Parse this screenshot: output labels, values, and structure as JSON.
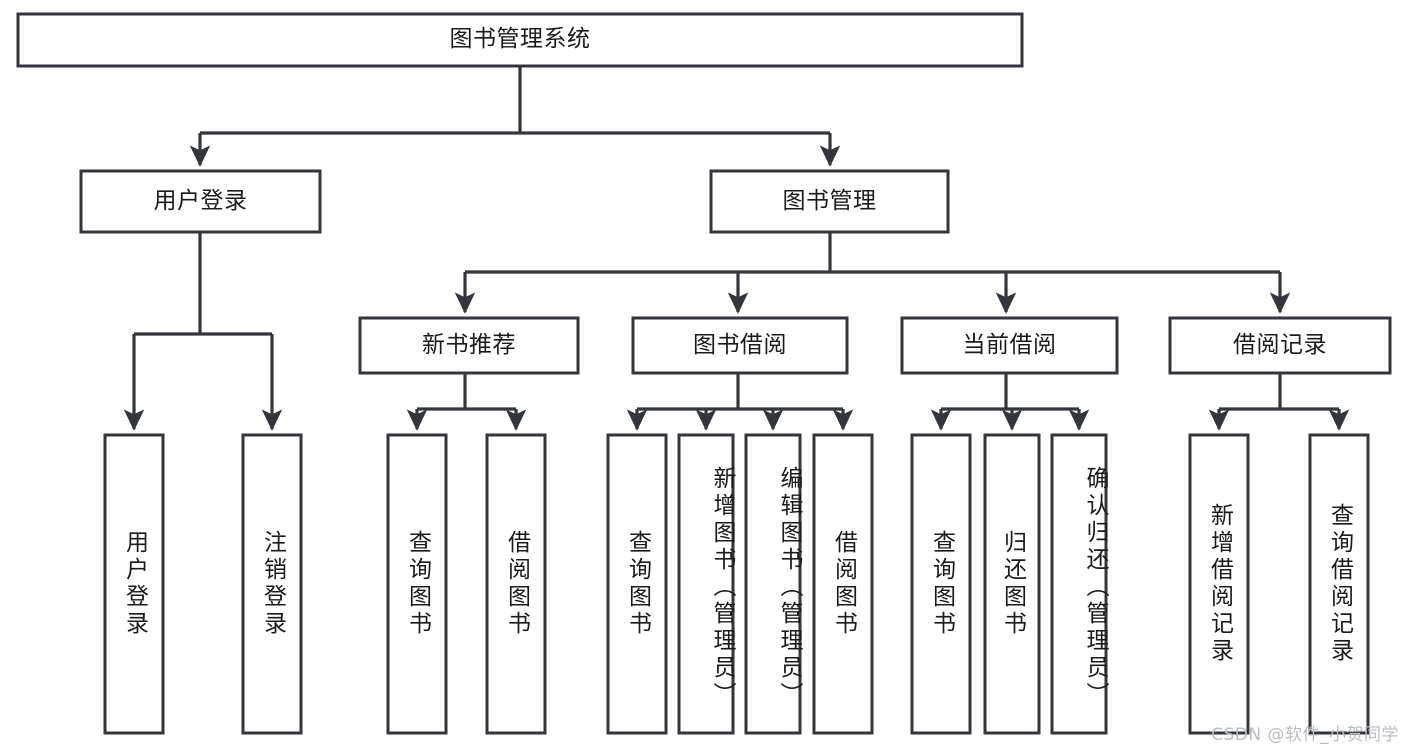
{
  "diagram": {
    "type": "tree",
    "title": "图书管理系统",
    "watermark": "CSDN @软件_小贺同学",
    "colors": {
      "stroke": "#33363b",
      "fill": "#ffffff",
      "text": "#1b1b1b",
      "watermark": "#b9bcc1"
    },
    "root": {
      "id": "root",
      "label": "图书管理系统"
    },
    "level2": [
      {
        "id": "user-login",
        "label": "用户登录"
      },
      {
        "id": "book-management",
        "label": "图书管理"
      }
    ],
    "level3": [
      {
        "id": "new-book-recommend",
        "label": "新书推荐"
      },
      {
        "id": "book-borrow",
        "label": "图书借阅"
      },
      {
        "id": "current-borrow",
        "label": "当前借阅"
      },
      {
        "id": "borrow-record",
        "label": "借阅记录"
      }
    ],
    "leaves": {
      "user_login": [
        {
          "id": "leaf-user-login",
          "label": "用户登录"
        },
        {
          "id": "leaf-logout-login",
          "label": "注销登录"
        }
      ],
      "new_book_recommend": [
        {
          "id": "leaf-query-book-1",
          "label": "查询图书"
        },
        {
          "id": "leaf-borrow-book-1",
          "label": "借阅图书"
        }
      ],
      "book_borrow": [
        {
          "id": "leaf-query-book-2",
          "label": "查询图书"
        },
        {
          "id": "leaf-add-book",
          "label": "新增图书（管理员）"
        },
        {
          "id": "leaf-edit-book",
          "label": "编辑图书（管理员）"
        },
        {
          "id": "leaf-borrow-book-2",
          "label": "借阅图书"
        }
      ],
      "current_borrow": [
        {
          "id": "leaf-query-book-3",
          "label": "查询图书"
        },
        {
          "id": "leaf-return-book",
          "label": "归还图书"
        },
        {
          "id": "leaf-confirm-return",
          "label": "确认归还（管理员）"
        }
      ],
      "borrow_record": [
        {
          "id": "leaf-add-record",
          "label": "新增借阅记录"
        },
        {
          "id": "leaf-query-record",
          "label": "查询借阅记录"
        }
      ]
    }
  }
}
